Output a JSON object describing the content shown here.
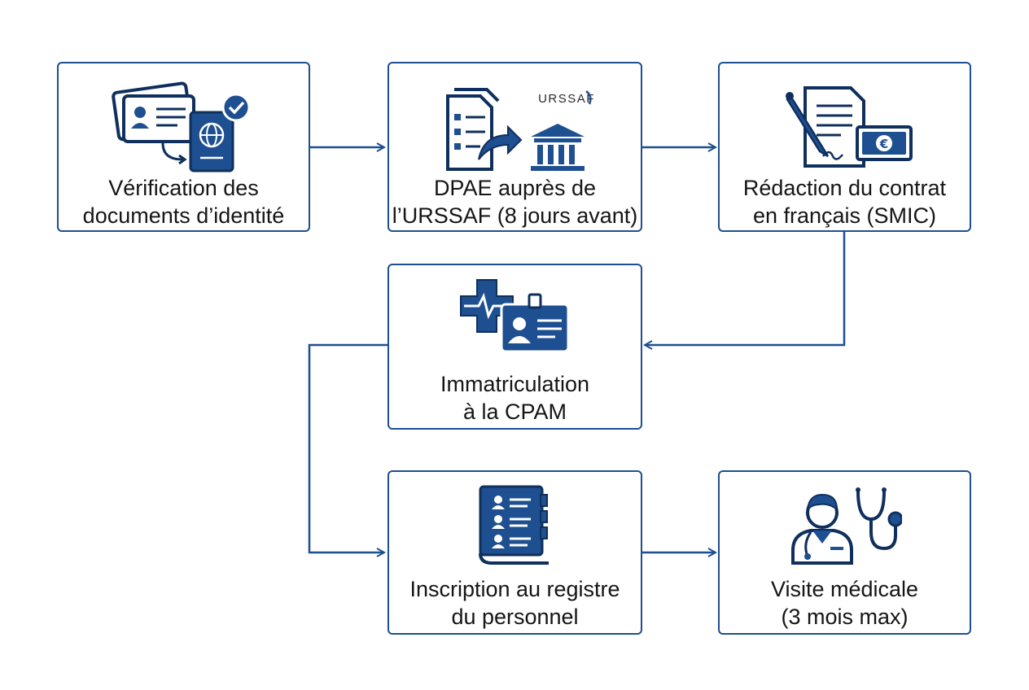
{
  "colors": {
    "primary": "#1d4f91",
    "dark": "#0f2f5c",
    "text": "#151515",
    "background": "#ffffff"
  },
  "steps": [
    {
      "icon": "id-card-passport-check-icon",
      "lines": [
        "Vérification des",
        "documents d’identité"
      ]
    },
    {
      "icon": "document-to-urssaf-bank-icon",
      "badge": "URSSAF",
      "lines": [
        "DPAE auprès de",
        "l’URSSAF (8 jours avant)"
      ]
    },
    {
      "icon": "contract-pen-euro-icon",
      "lines": [
        "Rédaction du contrat",
        "en français (SMIC)"
      ]
    },
    {
      "icon": "health-cross-badge-icon",
      "lines": [
        "Immatriculation",
        "à la CPAM"
      ]
    },
    {
      "icon": "register-book-icon",
      "lines": [
        "Inscription au registre",
        "du personnel"
      ]
    },
    {
      "icon": "doctor-stethoscope-icon",
      "lines": [
        "Visite médicale",
        "(3 mois max)"
      ]
    }
  ]
}
